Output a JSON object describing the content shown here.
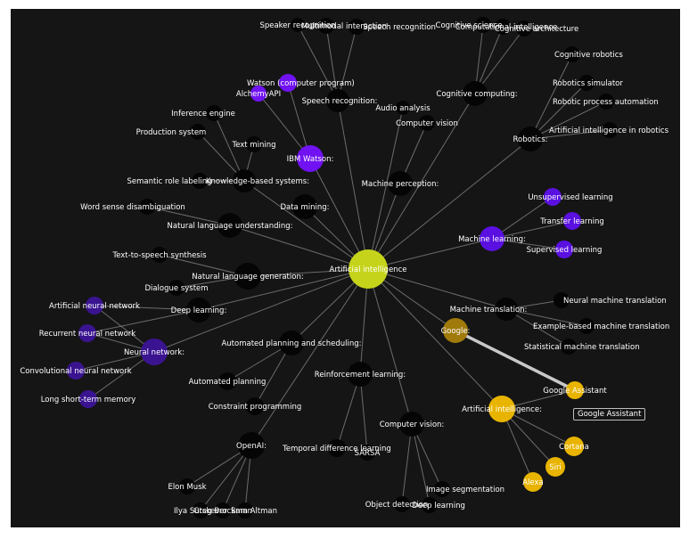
{
  "graph": {
    "root": "Artificial intelligence",
    "colors": {
      "background": "#151515",
      "root": "#c5d41a",
      "default_node": "#050505",
      "watson": "#7012f2",
      "machine_learning": "#5a10e0",
      "neural_network": "#3a1490",
      "google": "#a07a0a",
      "assistant": "#e8b400",
      "edge": "#8a8a8a",
      "highlight_edge": "#c8c8c8"
    },
    "nodes": [
      {
        "id": "root",
        "label": "Artificial intelligence",
        "group": "root"
      },
      {
        "id": "speech",
        "label": "Speech recognition:",
        "group": "default"
      },
      {
        "id": "spk",
        "label": "Speaker recognition",
        "group": "default"
      },
      {
        "id": "muii",
        "label": "Multimodal interaction",
        "group": "default"
      },
      {
        "id": "asr",
        "label": "Speech recognition",
        "group": "default"
      },
      {
        "id": "aud",
        "label": "Audio analysis",
        "group": "default"
      },
      {
        "id": "cogc",
        "label": "Cognitive computing:",
        "group": "default"
      },
      {
        "id": "cogsci",
        "label": "Cognitive science",
        "group": "default"
      },
      {
        "id": "compint",
        "label": "Computational intelligence",
        "group": "default"
      },
      {
        "id": "cogarch",
        "label": "Cognitive architecture",
        "group": "default"
      },
      {
        "id": "cogrob",
        "label": "Cognitive robotics",
        "group": "default"
      },
      {
        "id": "robotics",
        "label": "Robotics:",
        "group": "default"
      },
      {
        "id": "robsim",
        "label": "Robotics simulator",
        "group": "default"
      },
      {
        "id": "rpa",
        "label": "Robotic process automation",
        "group": "default"
      },
      {
        "id": "airob",
        "label": "Artificial intelligence in robotics",
        "group": "default"
      },
      {
        "id": "watson",
        "label": "IBM Watson:",
        "group": "watson"
      },
      {
        "id": "watcp",
        "label": "Watson (computer program)",
        "group": "watson"
      },
      {
        "id": "alch",
        "label": "AlchemyAPI",
        "group": "watson"
      },
      {
        "id": "kbs",
        "label": "Knowledge-based systems:",
        "group": "default"
      },
      {
        "id": "inf",
        "label": "Inference engine",
        "group": "default"
      },
      {
        "id": "prod",
        "label": "Production system",
        "group": "default"
      },
      {
        "id": "srl",
        "label": "Semantic role labeling",
        "group": "default"
      },
      {
        "id": "tm",
        "label": "Text mining",
        "group": "default"
      },
      {
        "id": "dm",
        "label": "Data mining:",
        "group": "default"
      },
      {
        "id": "mp",
        "label": "Machine perception:",
        "group": "default"
      },
      {
        "id": "cv1",
        "label": "Computer vision",
        "group": "default"
      },
      {
        "id": "nlu",
        "label": "Natural language understanding:",
        "group": "default"
      },
      {
        "id": "wsd",
        "label": "Word sense disambiguation",
        "group": "default"
      },
      {
        "id": "nlg",
        "label": "Natural language generation:",
        "group": "default"
      },
      {
        "id": "tts",
        "label": "Text-to-speech synthesis",
        "group": "default"
      },
      {
        "id": "dsys",
        "label": "Dialogue system",
        "group": "default"
      },
      {
        "id": "ml",
        "label": "Machine learning:",
        "group": "ml"
      },
      {
        "id": "ul",
        "label": "Unsupervised learning",
        "group": "ml"
      },
      {
        "id": "tl",
        "label": "Transfer learning",
        "group": "ml"
      },
      {
        "id": "sl",
        "label": "Supervised learning",
        "group": "ml"
      },
      {
        "id": "mt",
        "label": "Machine translation:",
        "group": "default"
      },
      {
        "id": "nmt",
        "label": "Neural machine translation",
        "group": "default"
      },
      {
        "id": "ebmt",
        "label": "Example-based machine translation",
        "group": "default"
      },
      {
        "id": "smt",
        "label": "Statistical machine translation",
        "group": "default"
      },
      {
        "id": "dl",
        "label": "Deep learning:",
        "group": "default"
      },
      {
        "id": "ann",
        "label": "Artificial neural network",
        "group": "nn"
      },
      {
        "id": "rnn",
        "label": "Recurrent neural network",
        "group": "nn"
      },
      {
        "id": "nn",
        "label": "Neural network:",
        "group": "nn"
      },
      {
        "id": "cnn",
        "label": "Convolutional neural network",
        "group": "nn"
      },
      {
        "id": "lstm",
        "label": "Long short-term memory",
        "group": "nn"
      },
      {
        "id": "aps",
        "label": "Automated planning and scheduling:",
        "group": "default"
      },
      {
        "id": "ap",
        "label": "Automated planning",
        "group": "default"
      },
      {
        "id": "cp",
        "label": "Constraint programming",
        "group": "default"
      },
      {
        "id": "rl",
        "label": "Reinforcement learning:",
        "group": "default"
      },
      {
        "id": "td",
        "label": "Temporal difference learning",
        "group": "default"
      },
      {
        "id": "sarsa",
        "label": "SARSA",
        "group": "default"
      },
      {
        "id": "cv2",
        "label": "Computer vision:",
        "group": "default"
      },
      {
        "id": "seg",
        "label": "Image segmentation",
        "group": "default"
      },
      {
        "id": "od",
        "label": "Object detection",
        "group": "default"
      },
      {
        "id": "dl2",
        "label": "Deep learning",
        "group": "default"
      },
      {
        "id": "openai",
        "label": "OpenAI:",
        "group": "default"
      },
      {
        "id": "musk",
        "label": "Elon Musk",
        "group": "default"
      },
      {
        "id": "ilya",
        "label": "Ilya Sutskever",
        "group": "default"
      },
      {
        "id": "greg",
        "label": "Greg Brockman",
        "group": "default"
      },
      {
        "id": "sam",
        "label": "Sam Altman",
        "group": "default"
      },
      {
        "id": "google",
        "label": "Google:",
        "group": "google"
      },
      {
        "id": "aiint",
        "label": "Artificial intelligence:",
        "group": "assistant"
      },
      {
        "id": "ga",
        "label": "Google Assistant",
        "group": "assistant"
      },
      {
        "id": "cortana",
        "label": "Cortana",
        "group": "assistant"
      },
      {
        "id": "siri",
        "label": "Siri",
        "group": "assistant"
      },
      {
        "id": "alexa",
        "label": "Alexa",
        "group": "assistant"
      }
    ],
    "edges": [
      [
        "root",
        "speech"
      ],
      [
        "speech",
        "spk"
      ],
      [
        "speech",
        "muii"
      ],
      [
        "speech",
        "asr"
      ],
      [
        "root",
        "aud"
      ],
      [
        "root",
        "cogc"
      ],
      [
        "cogc",
        "cogsci"
      ],
      [
        "cogc",
        "compint"
      ],
      [
        "cogc",
        "cogarch"
      ],
      [
        "root",
        "robotics"
      ],
      [
        "robotics",
        "cogrob"
      ],
      [
        "robotics",
        "robsim"
      ],
      [
        "robotics",
        "rpa"
      ],
      [
        "robotics",
        "airob"
      ],
      [
        "root",
        "watson"
      ],
      [
        "watson",
        "watcp"
      ],
      [
        "watson",
        "alch"
      ],
      [
        "root",
        "kbs"
      ],
      [
        "kbs",
        "inf"
      ],
      [
        "kbs",
        "prod"
      ],
      [
        "kbs",
        "srl"
      ],
      [
        "kbs",
        "tm"
      ],
      [
        "root",
        "dm"
      ],
      [
        "root",
        "mp"
      ],
      [
        "mp",
        "cv1"
      ],
      [
        "root",
        "nlu"
      ],
      [
        "nlu",
        "wsd"
      ],
      [
        "root",
        "nlg"
      ],
      [
        "nlg",
        "tts"
      ],
      [
        "nlg",
        "dsys"
      ],
      [
        "root",
        "ml"
      ],
      [
        "ml",
        "ul"
      ],
      [
        "ml",
        "tl"
      ],
      [
        "ml",
        "sl"
      ],
      [
        "root",
        "mt"
      ],
      [
        "mt",
        "nmt"
      ],
      [
        "mt",
        "ebmt"
      ],
      [
        "mt",
        "smt"
      ],
      [
        "root",
        "dl"
      ],
      [
        "dl",
        "ann"
      ],
      [
        "dl",
        "rnn"
      ],
      [
        "root",
        "nn"
      ],
      [
        "nn",
        "ann"
      ],
      [
        "nn",
        "rnn"
      ],
      [
        "nn",
        "cnn"
      ],
      [
        "nn",
        "lstm"
      ],
      [
        "root",
        "aps"
      ],
      [
        "aps",
        "ap"
      ],
      [
        "aps",
        "cp"
      ],
      [
        "root",
        "rl"
      ],
      [
        "rl",
        "td"
      ],
      [
        "rl",
        "sarsa"
      ],
      [
        "root",
        "cv2"
      ],
      [
        "cv2",
        "seg"
      ],
      [
        "cv2",
        "od"
      ],
      [
        "cv2",
        "dl2"
      ],
      [
        "root",
        "openai"
      ],
      [
        "openai",
        "musk"
      ],
      [
        "openai",
        "ilya"
      ],
      [
        "openai",
        "greg"
      ],
      [
        "openai",
        "sam"
      ],
      [
        "root",
        "google"
      ],
      [
        "google",
        "ga"
      ],
      [
        "root",
        "aiint"
      ],
      [
        "aiint",
        "ga"
      ],
      [
        "aiint",
        "cortana"
      ],
      [
        "aiint",
        "siri"
      ],
      [
        "aiint",
        "alexa"
      ]
    ],
    "highlighted_edge": [
      "google",
      "ga"
    ]
  },
  "tooltip": {
    "text": "Google Assistant"
  }
}
